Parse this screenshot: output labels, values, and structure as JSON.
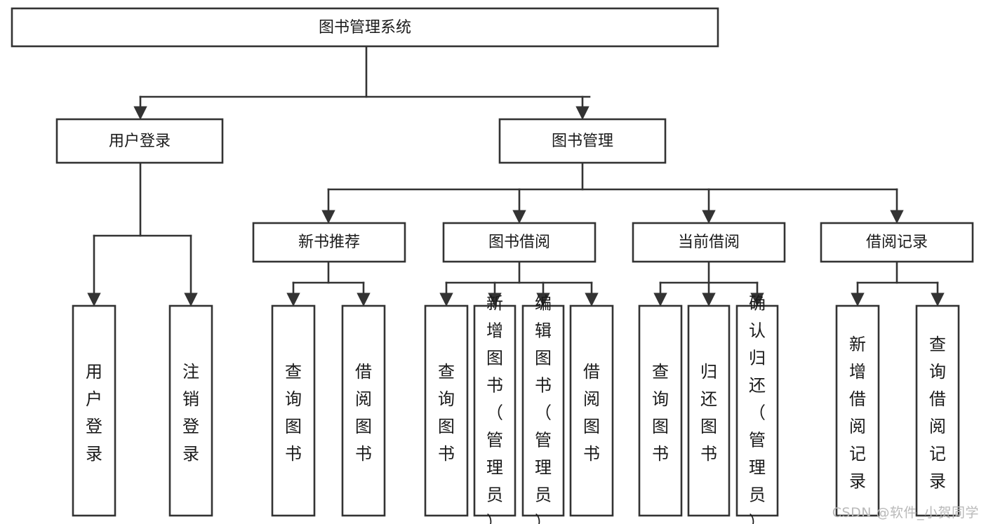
{
  "diagram": {
    "title": "图书管理系统",
    "type": "tree-hierarchy-diagram",
    "colors": {
      "stroke": "#333333",
      "fill": "#ffffff",
      "text": "#1a1a1a",
      "watermark": "#b9b9b9",
      "background": "#ffffff"
    },
    "root": {
      "label": "图书管理系统"
    },
    "level2": [
      {
        "label": "用户登录"
      },
      {
        "label": "图书管理"
      }
    ],
    "level3": [
      {
        "label": "新书推荐"
      },
      {
        "label": "图书借阅"
      },
      {
        "label": "当前借阅"
      },
      {
        "label": "借阅记录"
      }
    ],
    "leaves": {
      "user_login": [
        {
          "label": "用户登录"
        },
        {
          "label": "注销登录"
        }
      ],
      "new_book_recommend": [
        {
          "label": "查询图书"
        },
        {
          "label": "借阅图书"
        }
      ],
      "book_borrow": [
        {
          "label": "查询图书"
        },
        {
          "label": "新增图书（管理员）"
        },
        {
          "label": "编辑图书（管理员）"
        },
        {
          "label": "借阅图书"
        }
      ],
      "current_borrow": [
        {
          "label": "查询图书"
        },
        {
          "label": "归还图书"
        },
        {
          "label": "确认归还（管理员）"
        }
      ],
      "borrow_record": [
        {
          "label": "新增借阅记录"
        },
        {
          "label": "查询借阅记录"
        }
      ]
    }
  },
  "watermark": {
    "text": "CSDN @软件_小贺同学"
  }
}
